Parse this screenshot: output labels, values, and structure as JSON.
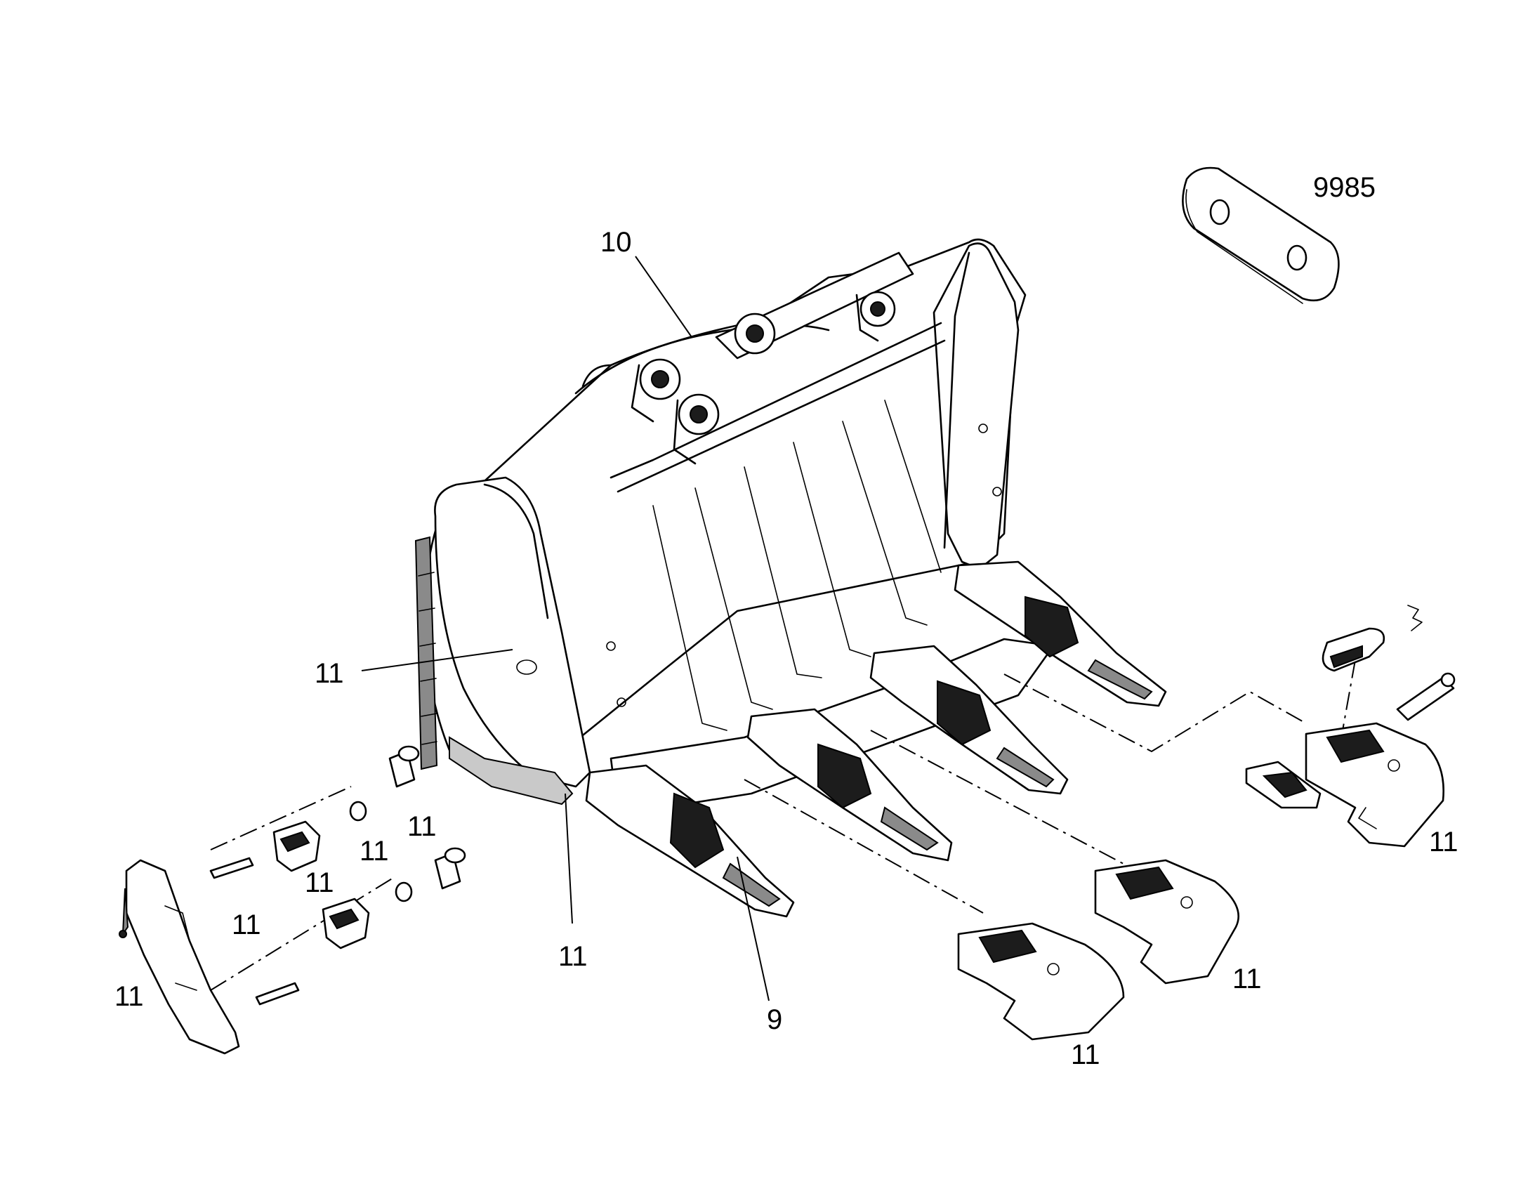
{
  "callouts": [
    {
      "id": "plate",
      "text": "9985"
    },
    {
      "id": "bucket",
      "text": "10"
    },
    {
      "id": "side-cutter",
      "text": "11"
    },
    {
      "id": "corner-edge",
      "text": "11"
    },
    {
      "id": "tooth",
      "text": "9"
    },
    {
      "id": "pin-a",
      "text": "11"
    },
    {
      "id": "pin-b",
      "text": "11"
    },
    {
      "id": "pin-c",
      "text": "11"
    },
    {
      "id": "pin-d",
      "text": "11"
    },
    {
      "id": "side-shroud",
      "text": "11"
    },
    {
      "id": "tip-right",
      "text": "11"
    },
    {
      "id": "tip-mid",
      "text": "11"
    },
    {
      "id": "tip-bottom",
      "text": "11"
    }
  ]
}
